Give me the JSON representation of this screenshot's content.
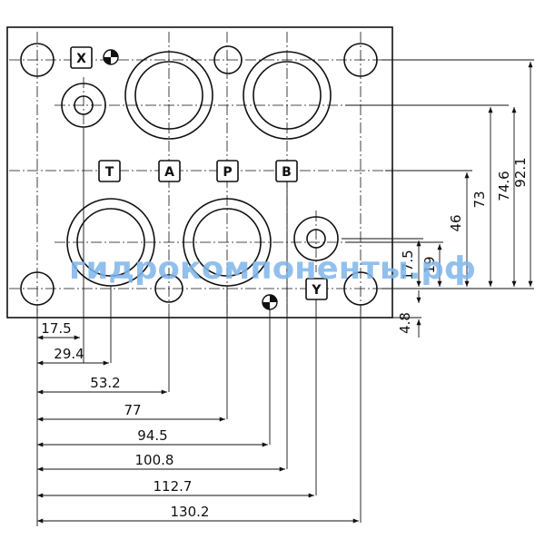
{
  "ports": {
    "x": "X",
    "t": "T",
    "a": "A",
    "p": "P",
    "b": "B",
    "y": "Y"
  },
  "horizontal_dimensions": [
    "17.5",
    "29.4",
    "53.2",
    "77",
    "94.5",
    "100.8",
    "112.7",
    "130.2"
  ],
  "vertical_dimensions": {
    "v92_1": "92.1",
    "v74_6": "74.6",
    "v73": "73",
    "v46": "46",
    "v19": "19",
    "v17_5": "17.5",
    "v4_8": "4.8"
  },
  "watermark": "гидрокомпоненты.рф",
  "colors": {
    "line": "#111111",
    "watermark": "#7fb6ea"
  }
}
